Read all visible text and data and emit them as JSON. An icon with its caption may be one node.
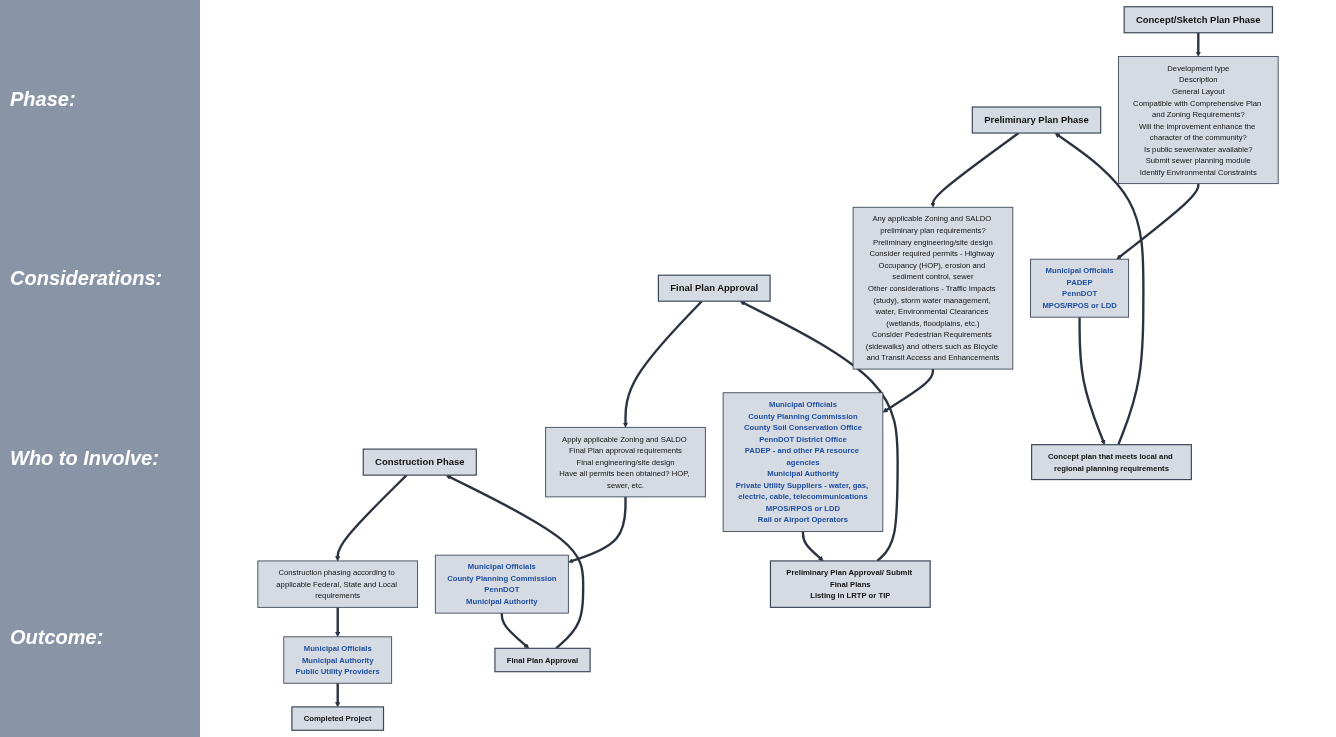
{
  "diagram": {
    "nodes": [
      {
        "text": [
          "Concept/Sketch Plan Phase"
        ]
      },
      {
        "text": [
          "Development type",
          "Description",
          "General Layout",
          "Compatible with Comprehensive Plan and Zoning Requirements?",
          "Will the improvement enhance the character of the community?",
          "Is public sewer/water available?",
          "Submit sewer planning module",
          "Identify Environmental Constraints"
        ]
      },
      {
        "text": [
          "Municipal Officials",
          "PADEP",
          "PennDOT",
          "MPOS/RPOS or LDD"
        ]
      },
      {
        "text": [
          "Concept plan that meets local and regional planning requirements"
        ]
      },
      {
        "text": [
          "Preliminary Plan Phase"
        ]
      },
      {
        "text": [
          "Any applicable Zoning and SALDO preliminary plan requirements?",
          "Preliminary engineering/site design",
          "Consider required permits - Highway Occupancy (HOP), erosion and sediment control, sewer",
          "Other considerations - Traffic Impacts (study), storm water management, water, Environmental Clearances (wetlands, floodplains, etc.)",
          "Consider Pedestrian Requirements (sidewalks) and others such as Bicycle and Transit Access and Enhancements"
        ]
      },
      {
        "text": [
          "Municipal Officials",
          "County Planning Commission",
          "County Soil Conservation Office",
          "PennDOT District Office",
          "PADEP - and other PA resource agencies",
          "Municipal Authority",
          "Private Utility Suppliers - water, gas, electric, cable, telecommunications",
          "MPOS/RPOS or LDD",
          "Rail or Airport Operators"
        ]
      },
      {
        "text": [
          "Preliminary Plan Approval/ Submit Final Plans",
          "Listing in LRTP or TIP"
        ]
      },
      {
        "text": [
          "Final Plan Approval"
        ]
      },
      {
        "text": [
          "Apply applicable Zoning and SALDO Final Plan approval requirements",
          "Final engineering/site design",
          "Have all permits been obtained? HOP, sewer, etc."
        ]
      },
      {
        "text": [
          "Municipal Officials",
          "County Planning Commission",
          "PennDOT",
          "Municipal Authority"
        ]
      },
      {
        "text": [
          "Final Plan Approval"
        ]
      },
      {
        "text": [
          "Construction Phase"
        ]
      },
      {
        "text": [
          "Construction phasing according to applicable Federal, State and Local requirements"
        ]
      },
      {
        "text": [
          "Municipal Officials",
          "Municipal Authority",
          "Public Utility Providers"
        ]
      },
      {
        "text": [
          "Completed Project"
        ]
      }
    ],
    "edges": [
      {
        "from": 0,
        "to": 1,
        "arrow": "to"
      },
      {
        "from": 1,
        "to": 2,
        "arrow": "to"
      },
      {
        "from": 2,
        "to": 3,
        "arrow": "to"
      },
      {
        "from": 3,
        "to": 4,
        "arrow": "to"
      },
      {
        "from": 4,
        "to": 5,
        "arrow": "to"
      },
      {
        "from": 5,
        "to": 6,
        "arrow": "to"
      },
      {
        "from": 6,
        "to": 7,
        "arrow": "to"
      },
      {
        "from": 7,
        "to": 8,
        "arrow": "to"
      },
      {
        "from": 8,
        "to": 9,
        "arrow": "to"
      },
      {
        "from": 9,
        "to": 10,
        "arrow": "to"
      },
      {
        "from": 10,
        "to": 11,
        "arrow": "to"
      },
      {
        "from": 11,
        "to": 12,
        "arrow": "to"
      },
      {
        "from": 12,
        "to": 13,
        "arrow": "to"
      },
      {
        "from": 13,
        "to": 14,
        "arrow": "to"
      },
      {
        "from": 14,
        "to": 15,
        "arrow": "to"
      }
    ],
    "labels": [
      "Phase:",
      "Considerations:",
      "Who to Involve:",
      "Outcome:"
    ]
  }
}
